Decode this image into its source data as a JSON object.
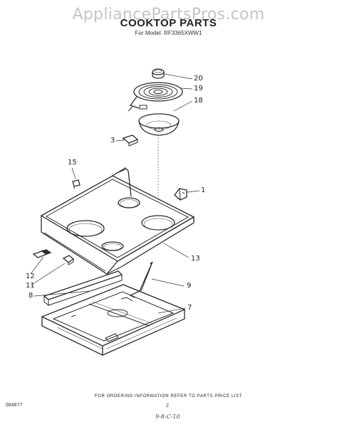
{
  "watermark": "AppliancePartsPros.com",
  "header": {
    "title": "COOKTOP PARTS",
    "subtitle": "For Model: RF3365XWW1"
  },
  "callouts": [
    "20",
    "19",
    "18",
    "3",
    "15",
    "1",
    "13",
    "12",
    "11",
    "9",
    "8",
    "7"
  ],
  "footer": {
    "ordering_note": "FOR ORDERING INFORMATION REFER TO PARTS PRICE LIST",
    "doc_number": "684877",
    "page_number": "2",
    "handwritten": "9-8-C-10"
  }
}
